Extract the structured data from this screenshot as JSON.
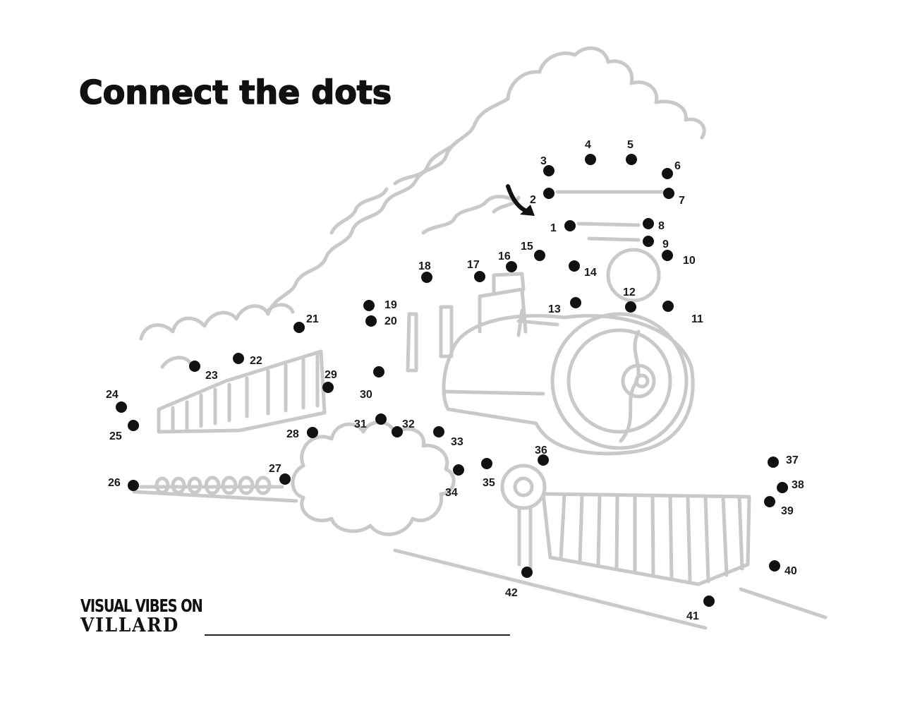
{
  "title": "Connect the dots",
  "brand": {
    "line1": "VISUAL VIBES ON",
    "line2": "VILLARD"
  },
  "colors": {
    "ink": "#111111",
    "trace": "#c9c9c9"
  },
  "icons": [
    "start-arrow-icon"
  ],
  "dots": [
    {
      "label": "1"
    },
    {
      "label": "2"
    },
    {
      "label": "3"
    },
    {
      "label": "4"
    },
    {
      "label": "5"
    },
    {
      "label": "6"
    },
    {
      "label": "7"
    },
    {
      "label": "8"
    },
    {
      "label": "9"
    },
    {
      "label": "10"
    },
    {
      "label": "11"
    },
    {
      "label": "12"
    },
    {
      "label": "13"
    },
    {
      "label": "14"
    },
    {
      "label": "15"
    },
    {
      "label": "16"
    },
    {
      "label": "17"
    },
    {
      "label": "18"
    },
    {
      "label": "19"
    },
    {
      "label": "20"
    },
    {
      "label": "21"
    },
    {
      "label": "22"
    },
    {
      "label": "23"
    },
    {
      "label": "24"
    },
    {
      "label": "25"
    },
    {
      "label": "26"
    },
    {
      "label": "27"
    },
    {
      "label": "28"
    },
    {
      "label": "29"
    },
    {
      "label": "30"
    },
    {
      "label": "31"
    },
    {
      "label": "32"
    },
    {
      "label": "33"
    },
    {
      "label": "34"
    },
    {
      "label": "35"
    },
    {
      "label": "36"
    },
    {
      "label": "37"
    },
    {
      "label": "38"
    },
    {
      "label": "39"
    },
    {
      "label": "40"
    },
    {
      "label": "41"
    },
    {
      "label": "42"
    }
  ]
}
